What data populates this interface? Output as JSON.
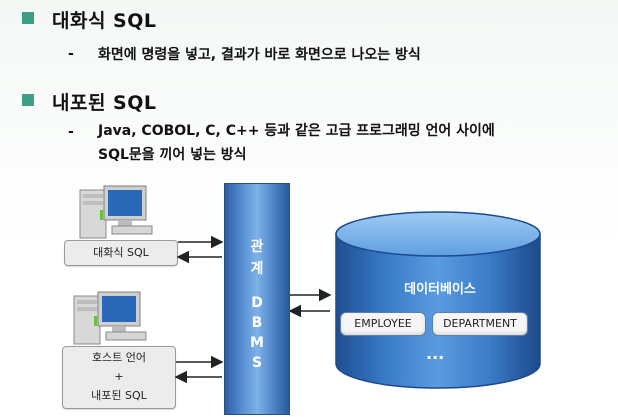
{
  "section1": {
    "title": "대화식 SQL",
    "dash": "-",
    "desc": "화면에 명령을 넣고, 결과가 바로 화면으로 나오는 방식"
  },
  "section2": {
    "title": "내포된 SQL",
    "dash": "-",
    "desc_line1": "Java, COBOL, C, C++ 등과 같은 고급 프로그래밍 언어 사이에",
    "desc_line2": "SQL문을 끼어 넣는 방식"
  },
  "diagram": {
    "client1_label": "대화식 SQL",
    "client2_line1": "호스트 언어",
    "client2_line2": "+",
    "client2_line3": "내포된 SQL",
    "dbms_char1": "관",
    "dbms_char2": "계",
    "dbms_d": "D",
    "dbms_b1": "B",
    "dbms_m": "M",
    "dbms_s": "S",
    "database_label": "데이터베이스",
    "table1": "EMPLOYEE",
    "table2": "DEPARTMENT",
    "more": "..."
  },
  "colors": {
    "bullet": "#3f9e86",
    "dbms_blue": "#4f86c8",
    "database_blue": "#2f6db3"
  }
}
